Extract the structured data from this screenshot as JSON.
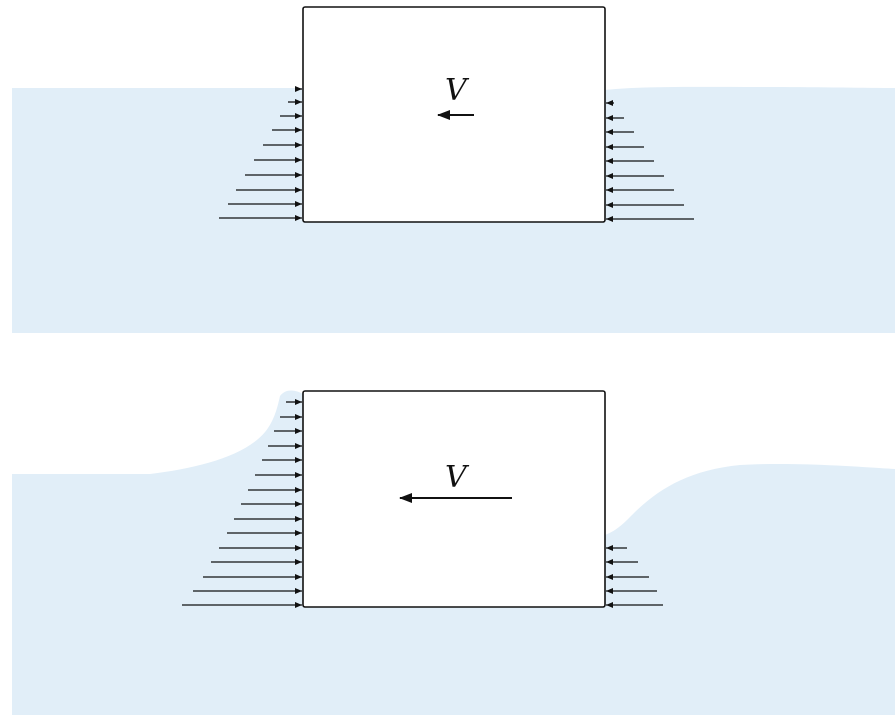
{
  "colors": {
    "water": "#e1eef8",
    "line": "#111111",
    "block_fill": "#ffffff"
  },
  "panels": [
    {
      "id": "slow",
      "velocity_label": "V",
      "velocity_strength": "small"
    },
    {
      "id": "fast",
      "velocity_label": "V",
      "velocity_strength": "large"
    }
  ]
}
